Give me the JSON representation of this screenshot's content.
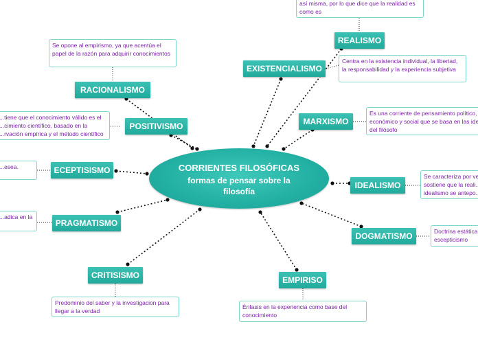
{
  "center": {
    "title": "CORRIENTES FILOSÓFICAS",
    "subtitle": "formas de pensar  sobre la filosofía"
  },
  "topics": {
    "realismo": "REALISMO",
    "existencialismo": "EXISTENCIALISMO",
    "racionalismo": "RACIONALISMO",
    "positivismo": "POSITIVISMO",
    "marxismo": "MARXISMO",
    "esceptisismo": "ECEPTISISMO",
    "idealismo": "IDEALISMO",
    "pragmatismo": "PRAGMATISMO",
    "dogmatismo": "DOGMATISMO",
    "critisismo": "CRITISISMO",
    "empiriso": "EMPIRISO"
  },
  "notes": {
    "realismo": "así misma, por lo que dice que la realidad es como es",
    "existencialismo": "Centra en la existencia individual, la libertad, la responsabilidad y la experiencia subjetiva",
    "racionalismo": "Se opone al empirismo, ya que acentúa el papel de la razón para adquirir conocimientos",
    "positivismo": "...tiene que el conocimiento válido es el ...cimiento científico, basado en la ...rvación empírica y el método científico",
    "marxismo": "Es una corriente de pensamiento político, económico y social que se basa en las ideas del filósofo",
    "esceptisismo": "...esea.",
    "idealismo": "Se caracteriza por ve... sostiene que la reali... idealismo se antepo...",
    "pragmatismo": "...adica en la",
    "dogmatismo": "Doctrina estática... escepticismo",
    "critisismo": "Predominio del saber y la investigacion para llegar a la verdad",
    "empiriso": "Énfasis en la experiencia como base del conocimiento"
  }
}
